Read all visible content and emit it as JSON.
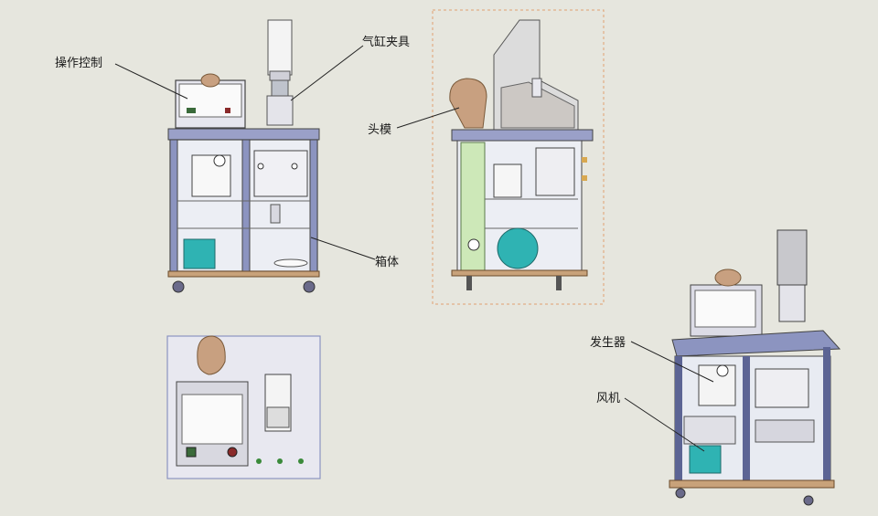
{
  "labels": {
    "control": "操作控制",
    "cylinder": "气缸夹具",
    "head": "头模",
    "box": "箱体",
    "generator": "发生器",
    "fan": "风机"
  },
  "colors": {
    "background": "#e6e6de",
    "frame": "#8c94c0",
    "frame_dark": "#5c6494",
    "panel": "#e8e8f0",
    "wood": "#c8a27a",
    "teal": "#2fb3b3",
    "green_tube": "#cde8b8",
    "head_tan": "#c8a080",
    "dashed_box": "#e0a070"
  }
}
